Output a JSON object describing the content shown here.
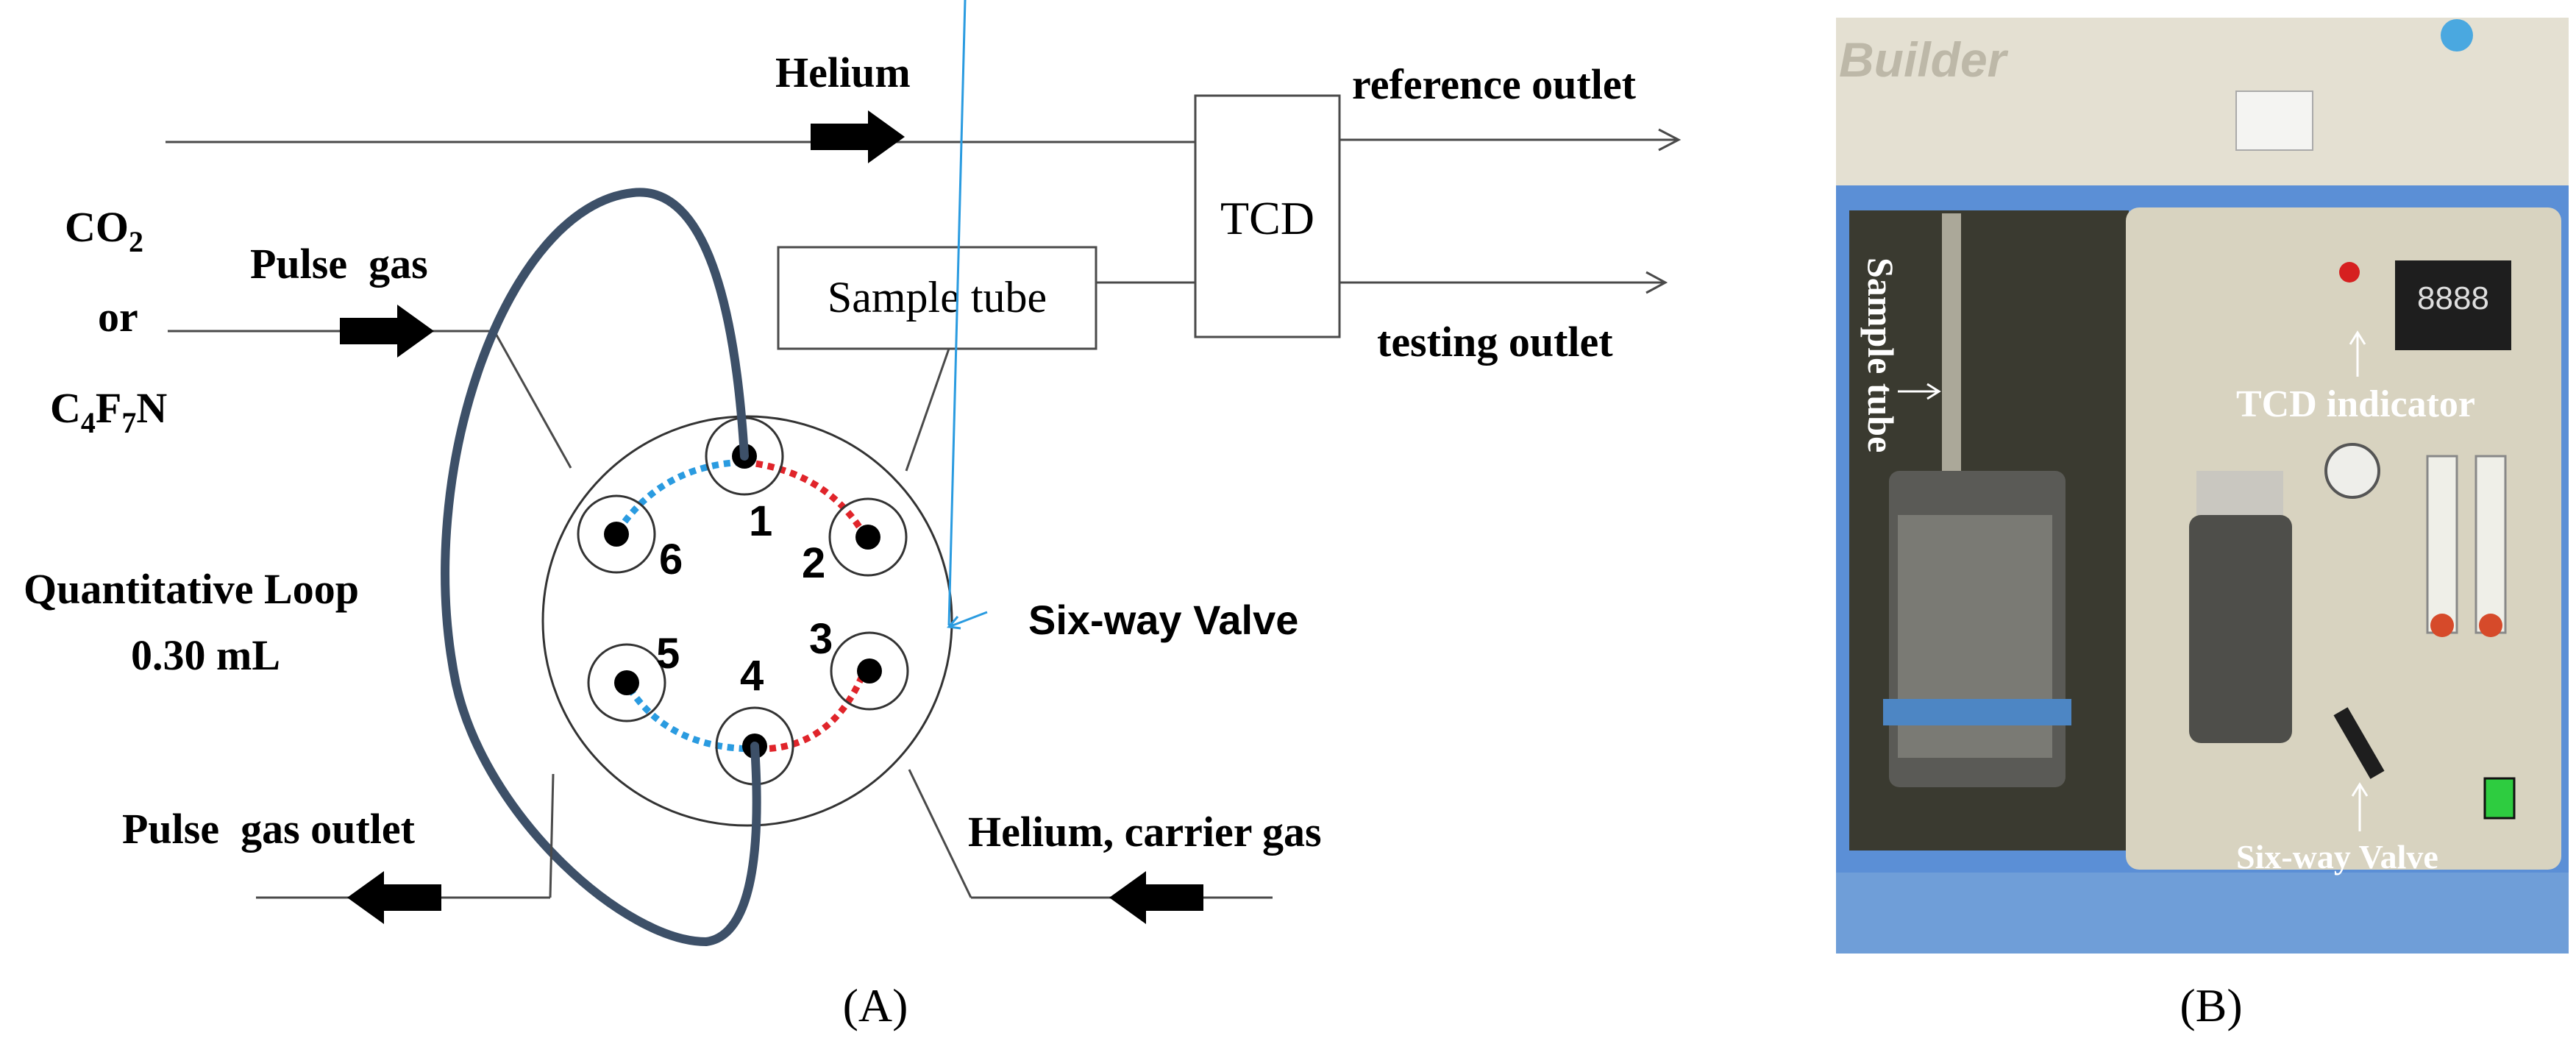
{
  "panelA": {
    "helium": "Helium",
    "reference_outlet": "reference outlet",
    "tcd": "TCD",
    "co2_main": "CO",
    "co2_sub": "2",
    "or": "or",
    "c4f7n": {
      "c": "C",
      "s1": "4",
      "f": "F",
      "s2": "7",
      "n": "N"
    },
    "pulse_gas": "Pulse  gas",
    "sample_tube": "Sample tube",
    "testing_outlet": "testing outlet",
    "quantitative_loop": "Quantitative Loop",
    "loop_volume": "0.30 mL",
    "six_way_valve": "Six-way Valve",
    "ports": [
      "1",
      "2",
      "3",
      "4",
      "5",
      "6"
    ],
    "pulse_gas_outlet": "Pulse  gas outlet",
    "helium_carrier": "Helium, carrier gas",
    "caption": "(A)"
  },
  "panelB": {
    "brand": "Builder",
    "sample_tube": "Sample tube",
    "tcd_indicator": "TCD indicator",
    "six_way_valve": "Six-way Valve",
    "display_digits": "8888",
    "caption": "(B)"
  },
  "colors": {
    "line": "#4a4a4a",
    "loop": "#3d5068",
    "red_path": "#e0242a",
    "blue_path": "#2a9be0",
    "arrow": "#000000",
    "cabinet": "#d8d3c0",
    "frame_blue": "#5b8fd6"
  }
}
